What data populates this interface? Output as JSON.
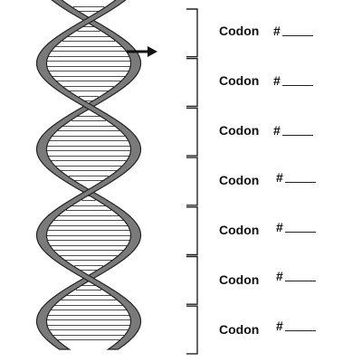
{
  "codons": [
    {
      "label": "Codon",
      "number_prefix": "#"
    },
    {
      "label": "Codon",
      "number_prefix": "#"
    },
    {
      "label": "Codon",
      "number_prefix": "#"
    },
    {
      "label": "Codon",
      "number_prefix": "#"
    },
    {
      "label": "Codon",
      "number_prefix": "#"
    },
    {
      "label": "Codon",
      "number_prefix": "#"
    },
    {
      "label": "Codon",
      "number_prefix": "#"
    }
  ],
  "colors": {
    "backbone": "#7a7a7a",
    "backbone_outline": "#222222",
    "rung": "#ffffff",
    "line": "#222222"
  }
}
